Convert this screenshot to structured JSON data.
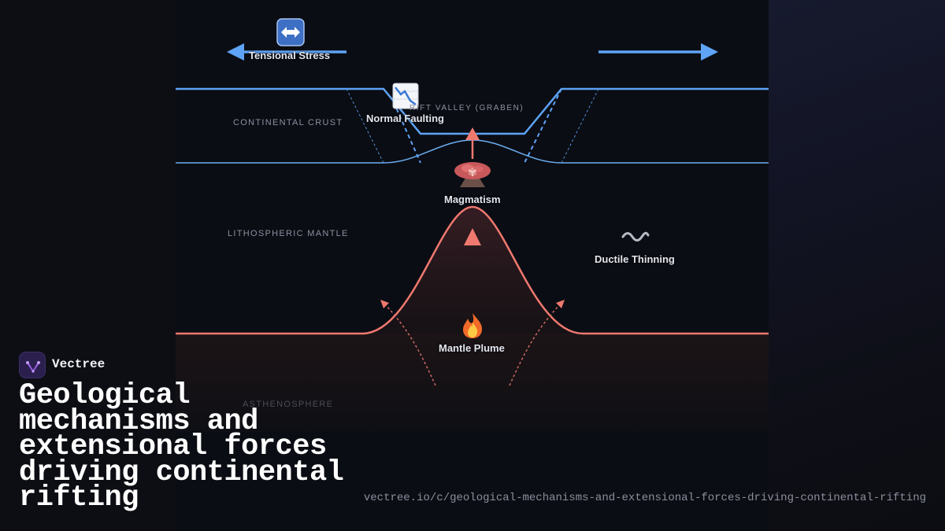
{
  "diagram": {
    "labels": {
      "tensional_stress": "Tensional Stress",
      "normal_faulting": "Normal Faulting",
      "rift_valley": "RIFT VALLEY (GRABEN)",
      "magmatism": "Magmatism",
      "ductile_thinning": "Ductile Thinning",
      "mantle_plume": "Mantle Plume"
    },
    "layers": {
      "continental_crust": "CONTINENTAL CRUST",
      "lithospheric_mantle": "LITHOSPHERIC MANTLE",
      "asthenosphere": "ASTHENOSPHERE"
    },
    "icons": {
      "tensional_stress": "left-right-arrow-icon",
      "normal_faulting": "chart-decreasing-icon",
      "magmatism": "volcano-icon",
      "ductile_thinning": "wavy-dash-icon",
      "mantle_plume": "fire-icon"
    },
    "colors": {
      "crust": "#5ea3f5",
      "mantle": "#f0796f",
      "background": "#0b0d14"
    }
  },
  "brand": {
    "name": "Vectree",
    "logo_icon": "vectree-logo-icon"
  },
  "page": {
    "title": "Geological mechanisms and extensional forces driving continental rifting",
    "url": "vectree.io/c/geological-mechanisms-and-extensional-forces-driving-continental-rifting"
  }
}
